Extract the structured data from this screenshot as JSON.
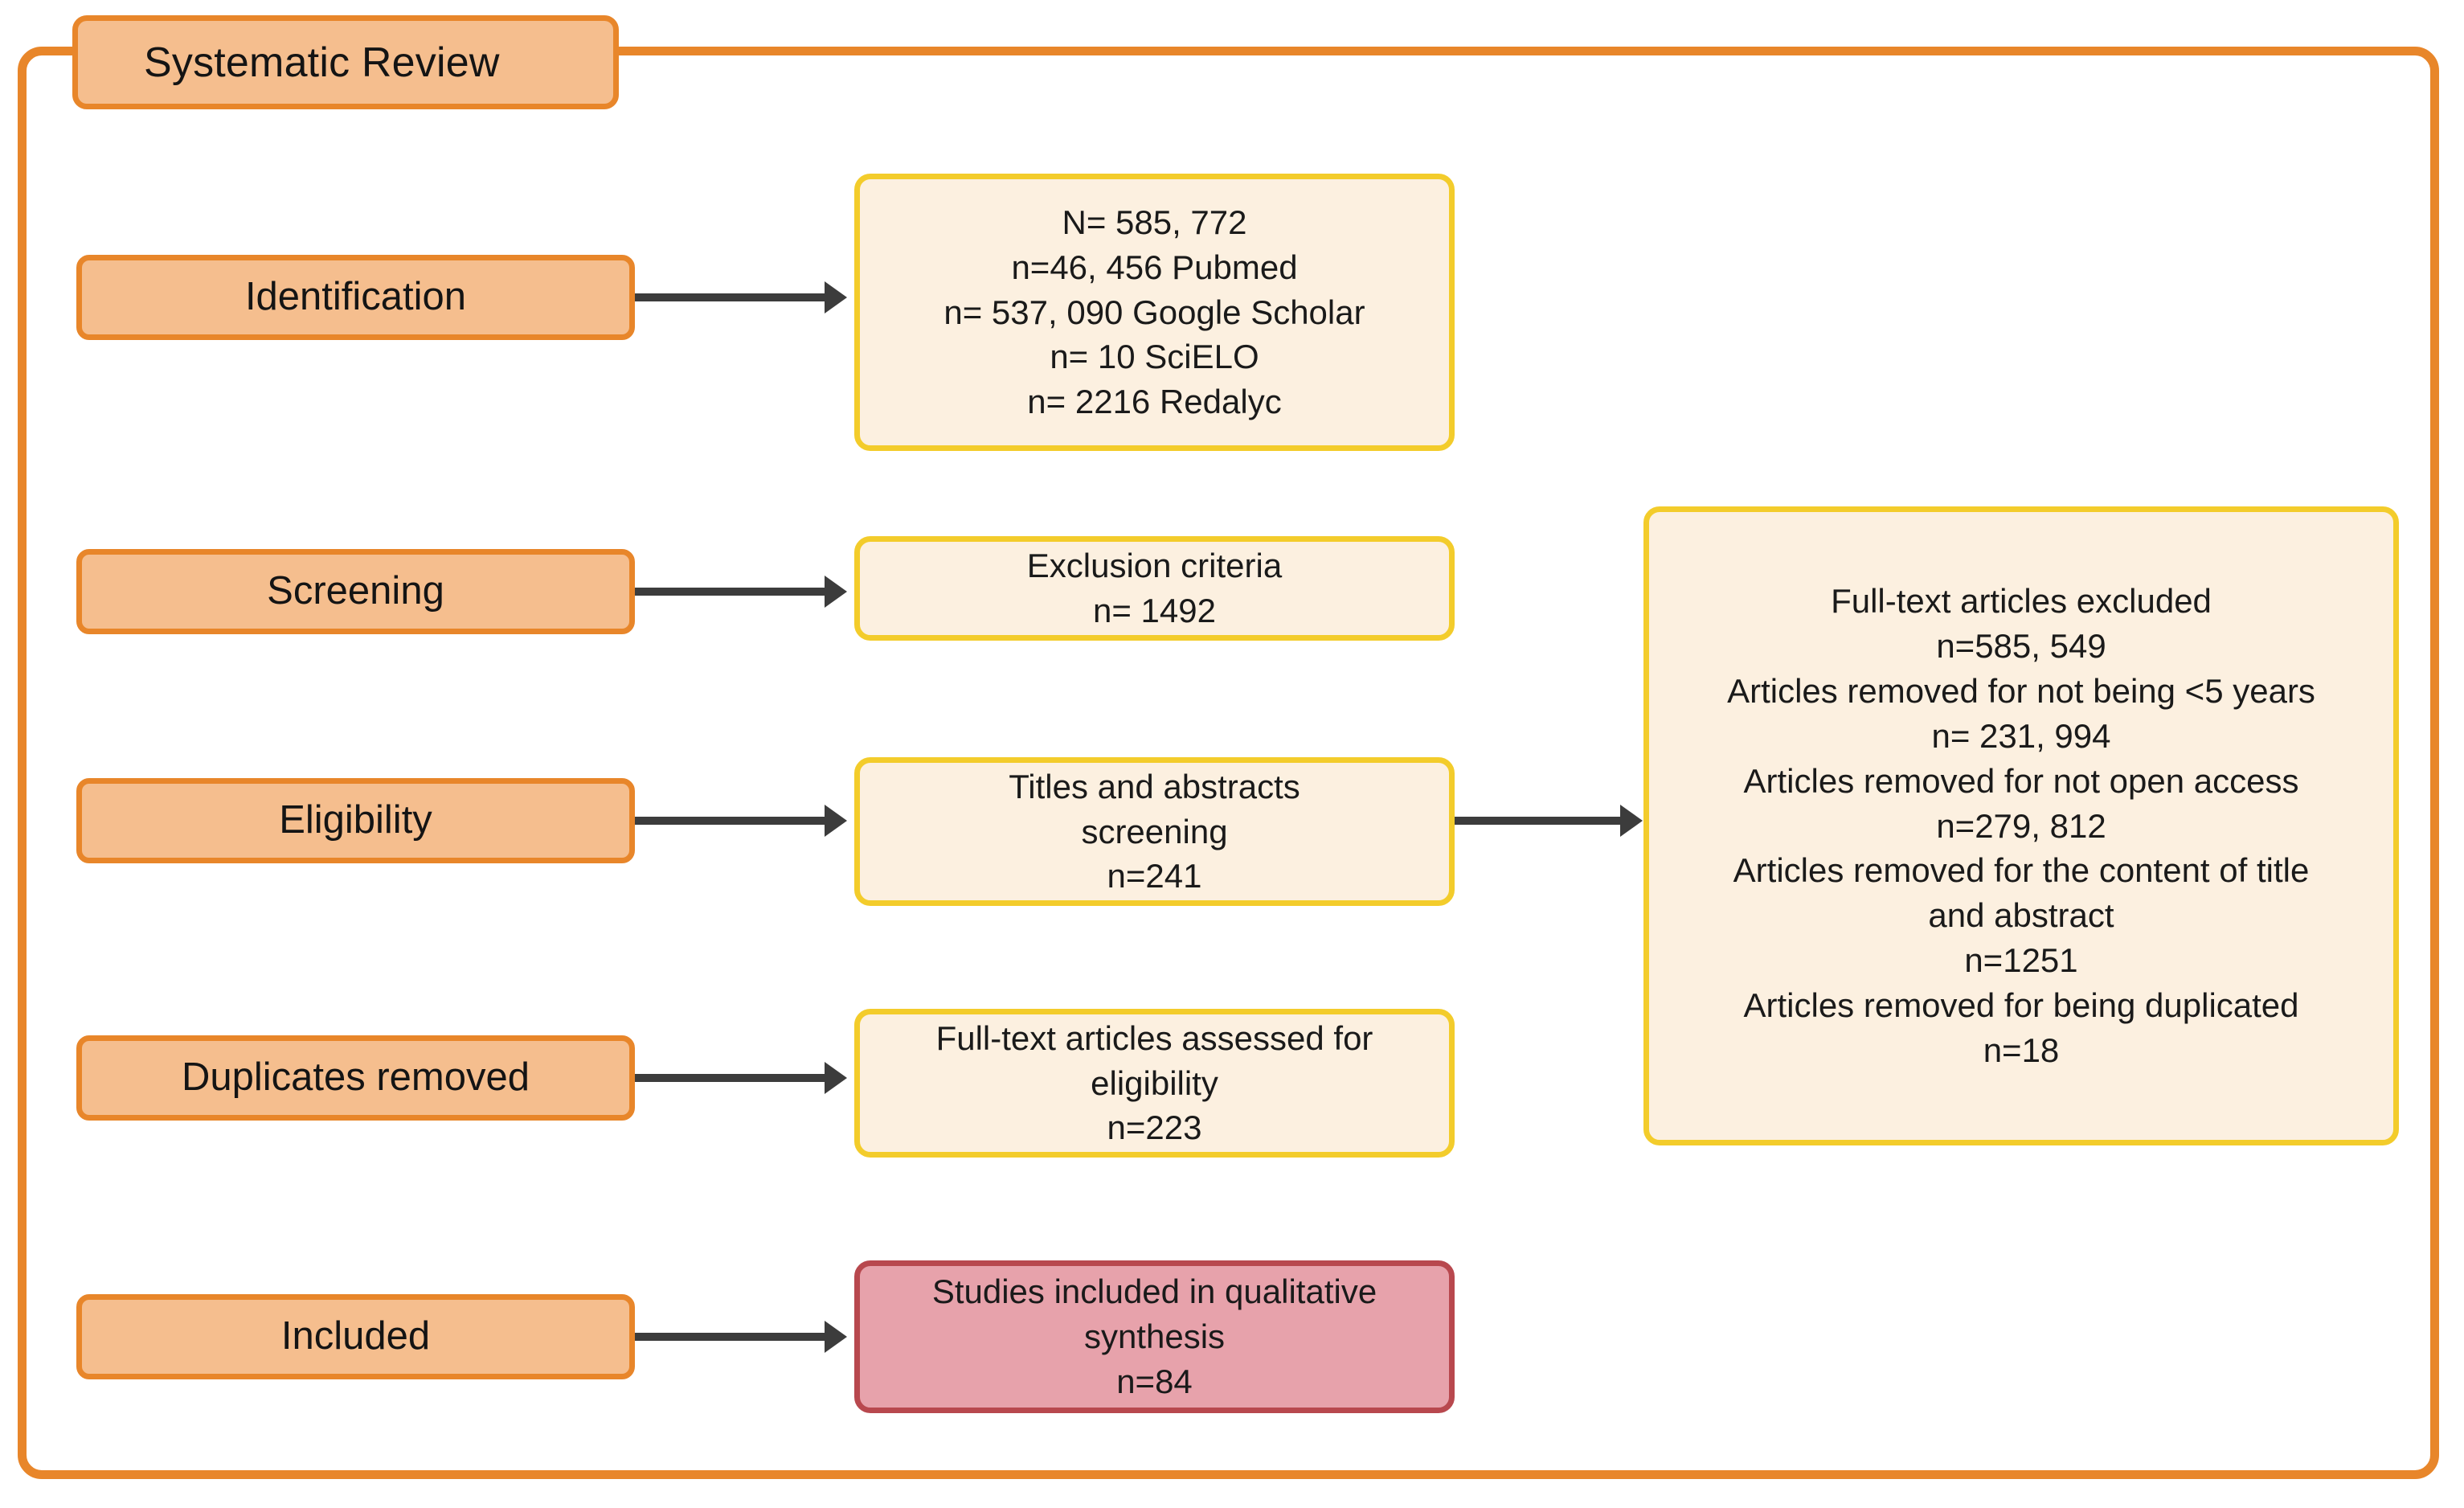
{
  "diagram": {
    "title": "Systematic Review",
    "stages": [
      {
        "label": "Identification"
      },
      {
        "label": "Screening"
      },
      {
        "label": "Eligibility"
      },
      {
        "label": "Duplicates removed"
      },
      {
        "label": "Included"
      }
    ],
    "nodes": {
      "identification": {
        "lines": [
          "N= 585, 772",
          "n=46, 456 Pubmed",
          "n= 537, 090 Google Scholar",
          "n= 10 SciELO",
          "n= 2216 Redalyc"
        ]
      },
      "screening": {
        "lines": [
          "Exclusion criteria",
          "n= 1492"
        ]
      },
      "eligibility": {
        "lines": [
          "Titles and abstracts",
          "screening",
          "n=241"
        ]
      },
      "duplicates": {
        "lines": [
          "Full-text articles assessed for",
          "eligibility",
          "n=223"
        ]
      },
      "included": {
        "lines": [
          "Studies included in qualitative",
          "synthesis",
          "n=84"
        ]
      },
      "excluded": {
        "lines": [
          "Full-text articles excluded",
          "n=585, 549",
          "Articles removed for not being <5 years",
          "n= 231, 994",
          "Articles removed for not open access",
          "n=279, 812",
          "Articles removed for the content of title",
          "and abstract",
          "n=1251",
          "Articles removed for being duplicated",
          "n=18"
        ]
      }
    },
    "colors": {
      "frame_border": "#e8862a",
      "stage_fill": "#f5be8e",
      "stage_border": "#e8862a",
      "node_border": "#f3cc2b",
      "node_fill": "#fcf0e0",
      "included_border": "#b8484e",
      "included_fill": "#e7a2ab",
      "arrow": "#3c3c3c"
    }
  }
}
